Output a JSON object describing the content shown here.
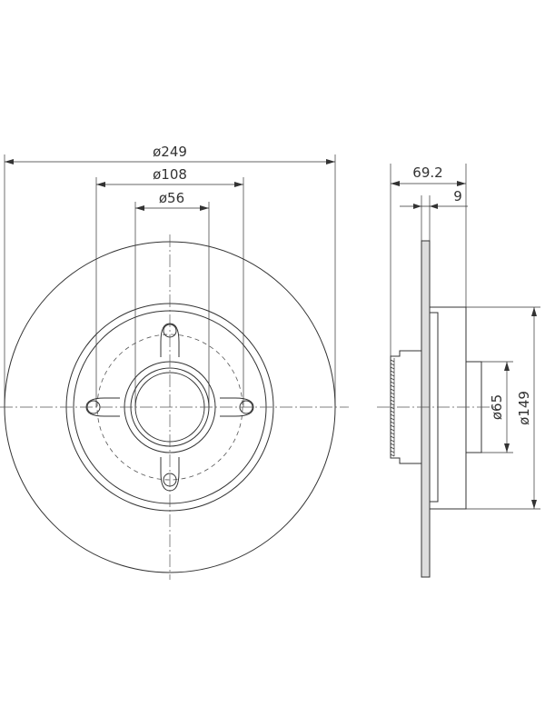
{
  "drawing": {
    "dimensions": {
      "disc_diameter": "ø249",
      "bolt_circle": "ø108",
      "center_bore": "ø56",
      "overall_height": "69.2",
      "disc_thickness": "9",
      "hub_inner_diameter": "ø65",
      "hub_outer_diameter": "ø149"
    }
  },
  "colors": {
    "line": "#333333",
    "fill": "#dddddd",
    "background": "#ffffff"
  }
}
